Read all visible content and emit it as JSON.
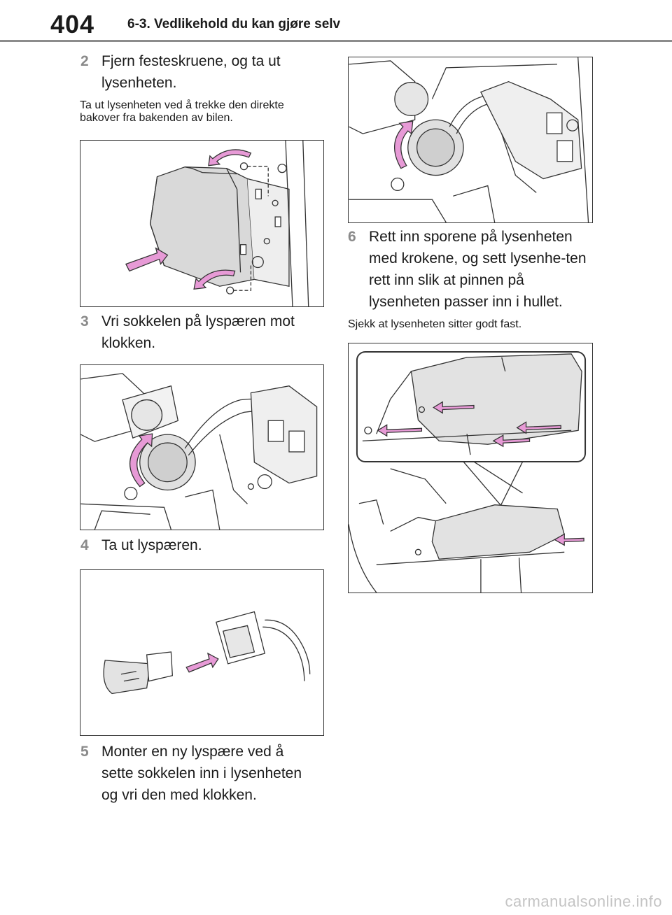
{
  "header": {
    "page_number": "404",
    "section_title": "6-3. Vedlikehold du kan gjøre selv"
  },
  "steps": [
    {
      "number": "2",
      "text": "Fjern festeskruene, og ta ut lysenheten."
    },
    {
      "number": "3",
      "text": "Vri sokkelen på lyspæren mot klokken."
    },
    {
      "number": "4",
      "text": "Ta ut lyspæren."
    },
    {
      "number": "5",
      "text": "Monter en ny lyspære ved å sette sokkelen inn i lysenheten og vri den med klokken."
    },
    {
      "number": "6",
      "text": "Rett inn sporene på lysenheten med krokene, og sett lysenhe-ten rett inn slik at pinnen på lysenheten passer inn i hullet."
    }
  ],
  "notes": {
    "step2": "Ta ut lysenheten ved å trekke den direkte bakover fra bakenden av bilen.",
    "step6": "Sjekk at lysenheten sitter godt fast."
  },
  "watermark": "carmanualsonline.info",
  "colors": {
    "arrow": "#e79ad6",
    "arrow_stroke": "#333333",
    "line": "#333333",
    "step_number": "#8a8a8a"
  }
}
